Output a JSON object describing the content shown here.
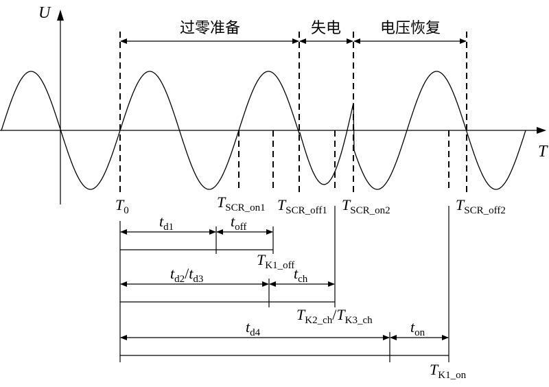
{
  "axes": {
    "y_label": "U",
    "x_label": "T"
  },
  "phases": [
    {
      "id": "zero",
      "text": "过零准备"
    },
    {
      "id": "loss",
      "text": "失电"
    },
    {
      "id": "recover",
      "text": "电压恢复"
    }
  ],
  "markers": {
    "T0": {
      "main": "T",
      "sub": "0"
    },
    "scr_on1": {
      "main": "T",
      "sub": "SCR_on1"
    },
    "scr_off1": {
      "main": "T",
      "sub": "SCR_off1"
    },
    "scr_on2": {
      "main": "T",
      "sub": "SCR_on2"
    },
    "scr_off2": {
      "main": "T",
      "sub": "SCR_off2"
    },
    "k1_off": {
      "main": "T",
      "sub": "K1_off"
    },
    "k2k3_ch": {
      "main1": "T",
      "sub1": "K2_ch",
      "sep": "/",
      "main2": "T",
      "sub2": "K3_ch"
    },
    "k1_on": {
      "main": "T",
      "sub": "K1_on"
    }
  },
  "intervals": {
    "td1": {
      "main": "t",
      "sub": "d1"
    },
    "toff": {
      "main": "t",
      "sub": "off"
    },
    "td2td3": {
      "main1": "t",
      "sub1": "d2",
      "sep": "/",
      "main2": "t",
      "sub2": "d3"
    },
    "tch": {
      "main": "t",
      "sub": "ch"
    },
    "td4": {
      "main": "t",
      "sub": "d4"
    },
    "ton": {
      "main": "t",
      "sub": "on"
    }
  }
}
